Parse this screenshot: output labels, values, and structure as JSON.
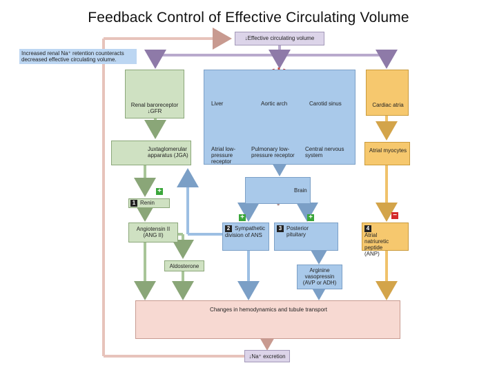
{
  "title": "Feedback Control of Effective Circulating Volume",
  "top_box": "↓Effective circulating volume",
  "bottom_box": "↓Na⁺ excretion",
  "side_note": "Increased renal Na⁺ retention counteracts decreased effective circulating volume.",
  "sensors": {
    "renal": "Renal baroreceptor ↓GFR",
    "liver": "Liver",
    "aortic": "Aortic arch",
    "carotid": "Carotid sinus",
    "atrial_low": "Atrial low-pressure receptor",
    "pulmonary": "Pulmonary low-pressure receptor",
    "cns": "Central nervous system",
    "cardiac": "Cardiac atria"
  },
  "jga": "Juxtaglomerular apparatus (JGA)",
  "brain": "Brain",
  "atrial_myocytes": "Atrial myocytes",
  "effectors": {
    "renin_num": "1",
    "renin": "Renin",
    "ang": "Angiotensin II (ANG II)",
    "aldosterone": "Aldosterone",
    "symp_num": "2",
    "sympathetic": "Sympathetic division of ANS",
    "post_num": "3",
    "posterior": "Posterior pituitary",
    "avp": "Arginine vasopressin (AVP or ADH)",
    "anp_num": "4",
    "anp": "Atrial natriuretic peptide (ANP)"
  },
  "changes": "Changes in hemodynamics and tubule transport",
  "signs": {
    "plus": "+",
    "minus": "−"
  },
  "colors": {
    "green": "#cfe1c2",
    "blue": "#a9c9ea",
    "orange": "#f6c86e",
    "pink": "#f7d9d2",
    "lavender": "#dcd4e9"
  }
}
